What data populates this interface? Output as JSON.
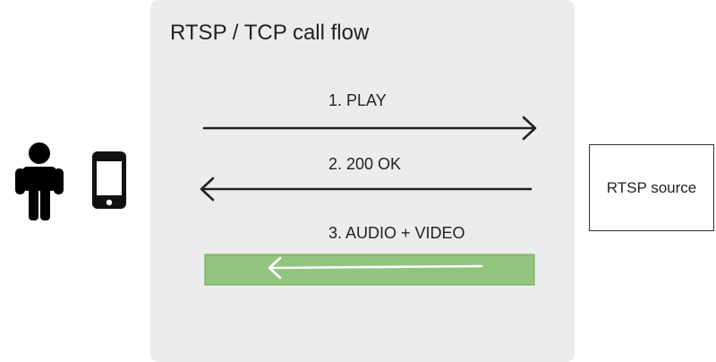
{
  "diagram": {
    "title": "RTSP / TCP call flow",
    "steps": [
      {
        "label": "1. PLAY",
        "direction": "to-source"
      },
      {
        "label": "2. 200 OK",
        "direction": "to-client"
      },
      {
        "label": "3. AUDIO + VIDEO",
        "direction": "to-client",
        "style": "stream"
      }
    ],
    "source_label": "RTSP source",
    "client_icons": [
      "person-icon",
      "smartphone-icon"
    ]
  },
  "colors": {
    "panel": "#ececec",
    "arrow": "#222222",
    "stream_fill": "#93c47d",
    "stream_border": "#6aa84f",
    "stream_arrow": "#ffffff"
  }
}
